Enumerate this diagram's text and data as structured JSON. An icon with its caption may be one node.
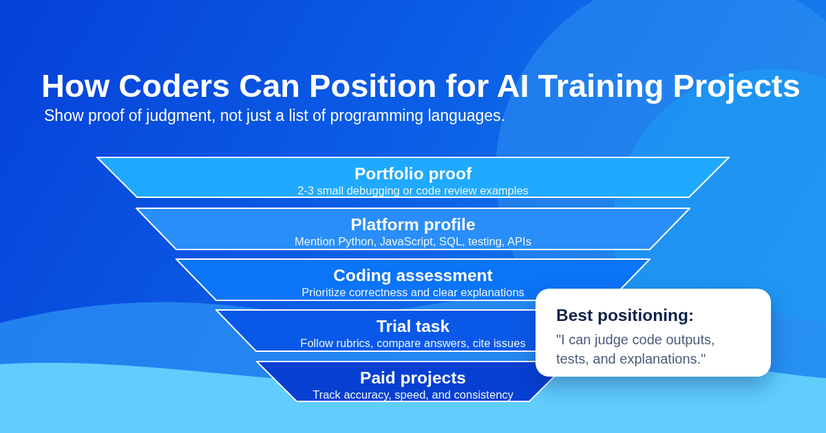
{
  "diagram": {
    "title": "How Coders Can Position for AI Training Projects",
    "nodes": [
      {
        "text": [
          "Portfolio proof",
          "2-3 small debugging or code review examples"
        ]
      },
      {
        "text": [
          "Platform profile",
          "Mention Python, JavaScript, SQL, testing, APIs"
        ]
      },
      {
        "text": [
          "Coding assessment",
          "Prioritize correctness and clear explanations"
        ]
      },
      {
        "text": [
          "Trial task",
          "Follow rubrics, compare answers, cite issues"
        ]
      },
      {
        "text": [
          "Paid projects",
          "Track accuracy, speed, and consistency"
        ]
      },
      {
        "text": [
          "Best positioning:",
          "\"I can judge code outputs, tests, and explanations.\""
        ]
      }
    ],
    "labels": [
      "Show proof of judgment, not just a list of programming languages."
    ]
  }
}
